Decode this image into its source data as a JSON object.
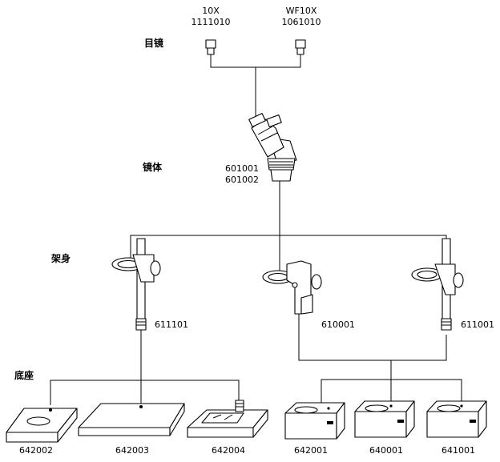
{
  "categories": {
    "eyepiece": "目镜",
    "body": "镜体",
    "stand": "架身",
    "base": "底座"
  },
  "eyepieces": [
    {
      "name": "10X",
      "code": "1111010"
    },
    {
      "name": "WF10X",
      "code": "1061010"
    }
  ],
  "body_codes": [
    "601001",
    "601002"
  ],
  "stand_codes": [
    "611101",
    "610001",
    "611001"
  ],
  "base_codes": [
    "642002",
    "642003",
    "642004",
    "642001",
    "640001",
    "641001"
  ]
}
